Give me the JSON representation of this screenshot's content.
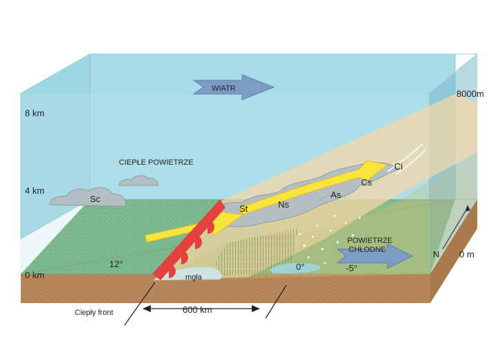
{
  "altitude": {
    "km8": "8 km",
    "km4": "4 km",
    "km0": "0 km",
    "right_top": "8000m",
    "right_bottom": "0 m"
  },
  "wind": {
    "label": "WIATR"
  },
  "air": {
    "warm": "CIEPŁE POWIETRZE",
    "cold": "POWIETRZE CHŁODNE",
    "cold_line1": "POWIETRZE",
    "cold_line2": "CHŁODNE"
  },
  "clouds": {
    "sc": "Sc",
    "st": "St",
    "ns": "Ns",
    "as": "As",
    "cs": "Cs",
    "ci": "Ci"
  },
  "temperatures": {
    "warm": "12°",
    "front": "0°",
    "cold": "-5°"
  },
  "fog": "mgła",
  "compass": "N",
  "front_label": "Ciepły front",
  "distance": "600 km",
  "colors": {
    "sky": "#a9dde8",
    "grass": "#5fa56a",
    "soil": "#b8875a",
    "frontal_band": "#f3d7a6",
    "front_red": "#e2413c",
    "arrow_yellow": "#f6e53c",
    "wind_arrow": "#7c9cc6",
    "cloud_gray": "#b4bfc4"
  }
}
